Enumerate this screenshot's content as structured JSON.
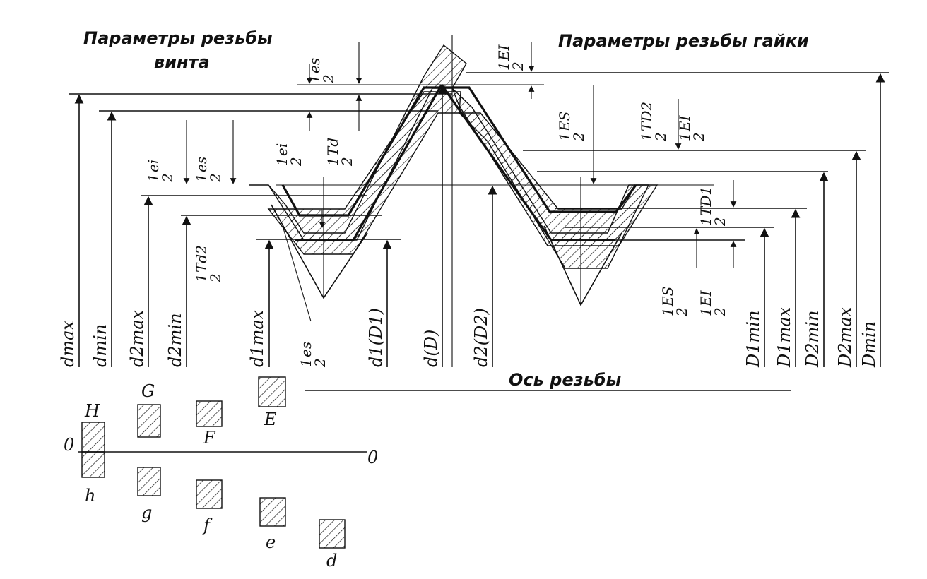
{
  "titles": {
    "bolt_line1": "Параметры резьбы",
    "bolt_line2": "винта",
    "nut": "Параметры резьбы гайки",
    "axis": "Ось резьбы"
  },
  "left_labels": {
    "dmax": "dmax",
    "dmin": "dmin",
    "d2max": "d2max",
    "d2min": "d2min",
    "d1max": "d1max"
  },
  "fractions": {
    "half": "1",
    "den": "2",
    "es": "es",
    "ei": "ei",
    "Td": "Td",
    "Td2": "Td2",
    "EI": "EI",
    "ES": "ES",
    "TD2": "TD2",
    "TD1": "TD1"
  },
  "center_labels": {
    "d1D1": "d1(D1)",
    "dD": "d(D)",
    "d2D2": "d2(D2)"
  },
  "right_labels": {
    "D1min": "D1min",
    "D1max": "D1max",
    "D2min": "D2min",
    "D2max": "D2max",
    "Dmin": "Dmin"
  },
  "deviation_letters": {
    "upper": [
      "H",
      "G",
      "F",
      "E"
    ],
    "lower": [
      "h",
      "g",
      "f",
      "e",
      "d"
    ],
    "zero_left": "0",
    "zero_right": "0"
  }
}
